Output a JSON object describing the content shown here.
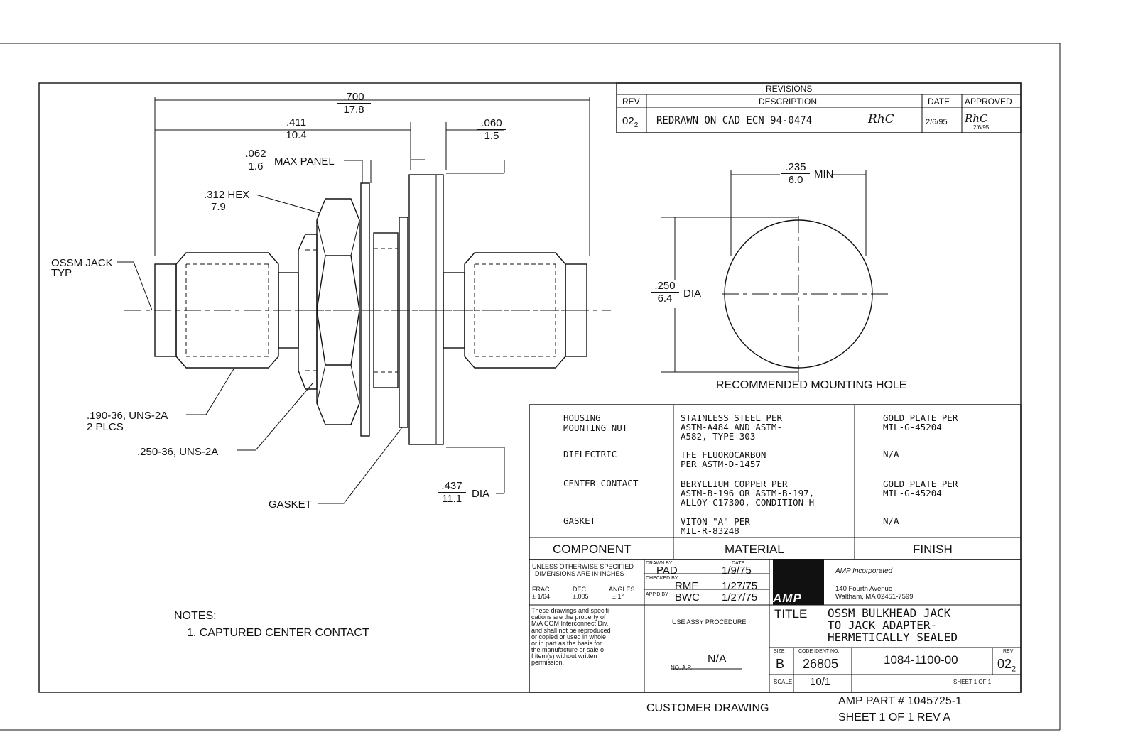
{
  "dimensions": {
    "overall": {
      "in": ".700",
      "mm": "17.8"
    },
    "body": {
      "in": ".411",
      "mm": "10.4"
    },
    "flange": {
      "in": ".060",
      "mm": "1.5"
    },
    "panel": {
      "in": ".062",
      "mm": "1.6",
      "label": "MAX PANEL"
    },
    "hex": {
      "in": ".312 HEX",
      "mm": "7.9"
    },
    "flange_dia": {
      "in": ".437",
      "mm": "11.1",
      "label": "DIA"
    },
    "hole_min": {
      "in": ".235",
      "mm": "6.0",
      "label": "MIN"
    },
    "hole_dia": {
      "in": ".250",
      "mm": "6.4",
      "label": "DIA"
    }
  },
  "callouts": {
    "jack_line1": "OSSM JACK",
    "jack_line2": "TYP",
    "thread1_line1": ".190-36, UNS-2A",
    "thread1_line2": "2 PLCS",
    "thread2": ".250-36, UNS-2A",
    "gasket": "GASKET",
    "mount_hole": "RECOMMENDED MOUNTING HOLE"
  },
  "notes": {
    "title": "NOTES:",
    "items": [
      "1. CAPTURED CENTER CONTACT"
    ]
  },
  "revisions": {
    "title": "REVISIONS",
    "headers": [
      "REV",
      "DESCRIPTION",
      "DATE",
      "APPROVED"
    ],
    "row": {
      "rev": "02",
      "rev_sub": "2",
      "description": "REDRAWN ON CAD ECN 94-0474",
      "initials": "RhC",
      "date": "2/6/95",
      "approved_date": "2/6/95"
    }
  },
  "materials": {
    "rows": [
      {
        "component": [
          "HOUSING",
          "MOUNTING NUT"
        ],
        "material": [
          "STAINLESS STEEL PER",
          "ASTM-A484 AND ASTM-",
          "A582, TYPE 303"
        ],
        "finish": [
          "GOLD PLATE PER",
          "MIL-G-45204"
        ]
      },
      {
        "component": [
          "DIELECTRIC"
        ],
        "material": [
          "TFE FLUOROCARBON",
          "PER ASTM-D-1457"
        ],
        "finish": [
          "N/A"
        ]
      },
      {
        "component": [
          "CENTER CONTACT"
        ],
        "material": [
          "BERYLLIUM COPPER PER",
          "ASTM-B-196 OR ASTM-B-197,",
          "ALLOY C17300, CONDITION H"
        ],
        "finish": [
          "GOLD PLATE PER",
          "MIL-G-45204"
        ]
      },
      {
        "component": [
          "GASKET"
        ],
        "material": [
          "VITON \"A\" PER",
          "MIL-R-83248"
        ],
        "finish": [
          "N/A"
        ]
      }
    ],
    "headers": [
      "COMPONENT",
      "MATERIAL",
      "FINISH"
    ]
  },
  "title_block": {
    "tolerance_line1": "UNLESS OTHERWISE SPECIFIED",
    "tolerance_line2": "DIMENSIONS ARE IN INCHES",
    "frac_label": "FRAC.",
    "frac_val": "± 1/64",
    "dec_label": "DEC.",
    "dec_val": "±.005",
    "ang_label": "ANGLES",
    "ang_val": "± 1°",
    "drawn_label": "DRAWN BY",
    "drawn": "PAD",
    "drawn_date": "1/9/75",
    "date_label": "DATE",
    "checked_label": "CHECKED BY",
    "checked": "RMF",
    "checked_date": "1/27/75",
    "appd_label": "APP'D BY",
    "appd": "BWC",
    "appd_date": "1/27/75",
    "logo": "AMP",
    "company": "AMP Incorporated",
    "address1": "140 Fourth Avenue",
    "address2": "Waltham, MA 02451-7599",
    "proprietary": [
      "These drawings and specifi-",
      "cations are the property of",
      "M/A COM Interconnect Div.",
      "and shall not be reproduced",
      "or copied or used in whole",
      "or in part as the basis for",
      "the manufacture or sale o",
      "f item(s) without written",
      "permission."
    ],
    "assy": "USE ASSY PROCEDURE",
    "na": "N/A",
    "ap_label": "NO. A.P.",
    "title_label": "TITLE",
    "title_lines": [
      "OSSM BULKHEAD JACK",
      "TO JACK ADAPTER-",
      "HERMETICALLY SEALED"
    ],
    "size_label": "SIZE",
    "size": "B",
    "code_label": "CODE IDENT NO.",
    "code": "26805",
    "dwg_no": "1084-1100-00",
    "rev_label": "REV",
    "rev": "02",
    "rev_sub": "2",
    "scale_label": "SCALE",
    "scale": "10/1",
    "sheet": "SHEET  1  OF  1"
  },
  "footer": {
    "customer": "CUSTOMER DRAWING",
    "part": "AMP PART # 1045725-1",
    "sheet": "SHEET 1 OF 1  REV A"
  }
}
